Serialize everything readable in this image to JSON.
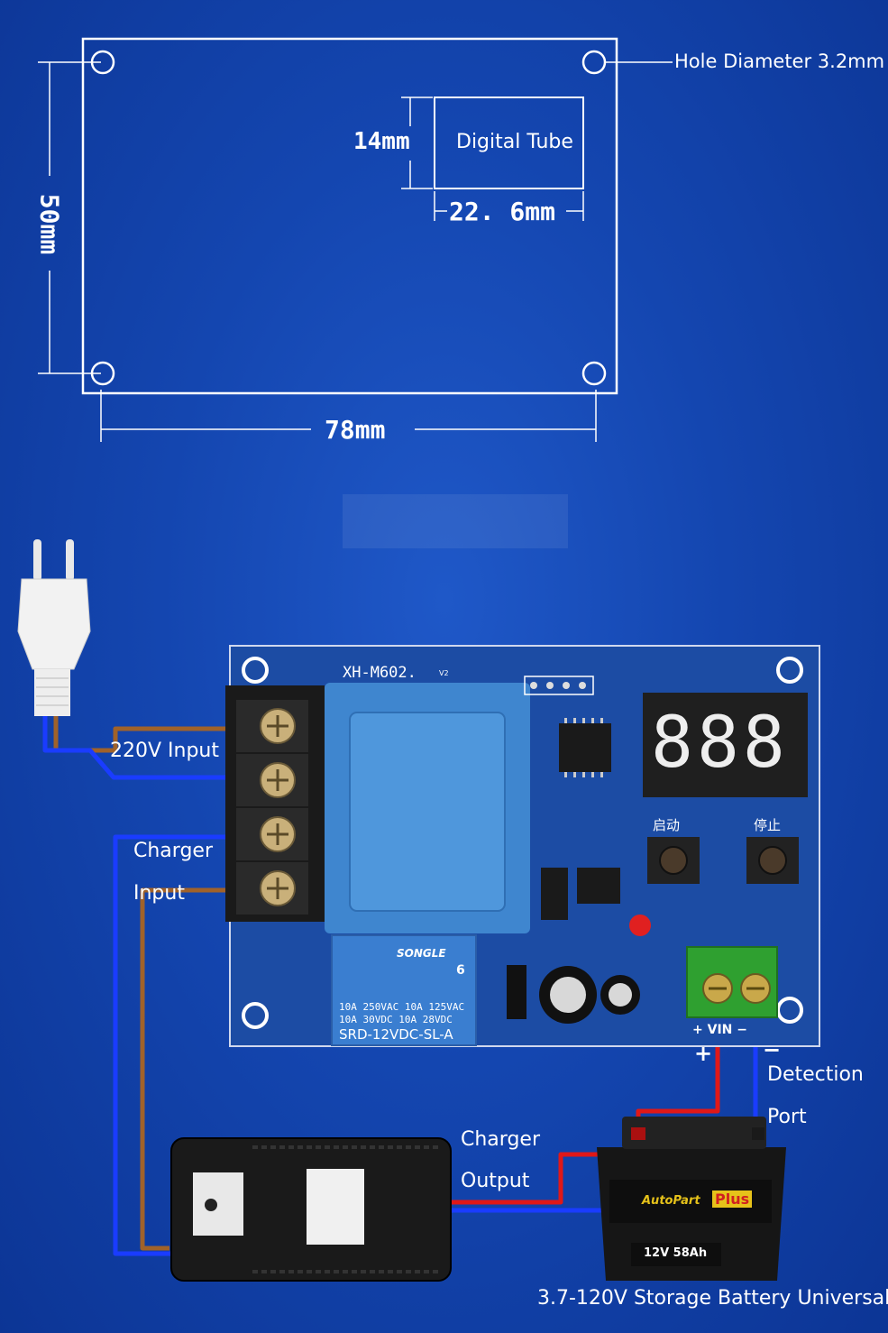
{
  "dimensions": {
    "hole_diameter": "Hole Diameter 3.2mm",
    "digital_tube_label": "Digital Tube",
    "tube_height": "14mm",
    "tube_width": "22. 6mm",
    "board_height": "50mm",
    "board_width": "78mm"
  },
  "wiring": {
    "ac_input": "220V Input",
    "charger_input_line1": "Charger",
    "charger_input_line2": "Input",
    "charger_output_line1": "Charger",
    "charger_output_line2": "Output",
    "detection_line1": "Detection",
    "detection_line2": "Port",
    "plus_sign": "+",
    "minus_sign": "−",
    "battery_caption": "3.7-120V Storage Battery Universal"
  },
  "board": {
    "model": "XH-M602.",
    "version": "V2",
    "display_digits": "888",
    "start_label": "启动",
    "stop_label": "停止",
    "vin_label": "+ VIN −",
    "relay_brand": "SONGLE",
    "relay_line1": "10A 250VAC  10A 125VAC",
    "relay_line2": "10A  30VDC  10A  28VDC",
    "relay_model": "SRD-12VDC-SL-A",
    "relay_num": "6"
  },
  "battery": {
    "brand_left": "AutoPart",
    "brand_right": "Plus",
    "spec": "12V 58Ah"
  },
  "colors": {
    "background": "#1446b0",
    "live_wire": "#a0622a",
    "neutral_wire": "#1a3cff",
    "positive_wire": "#e01818",
    "outline": "#ffffff"
  }
}
